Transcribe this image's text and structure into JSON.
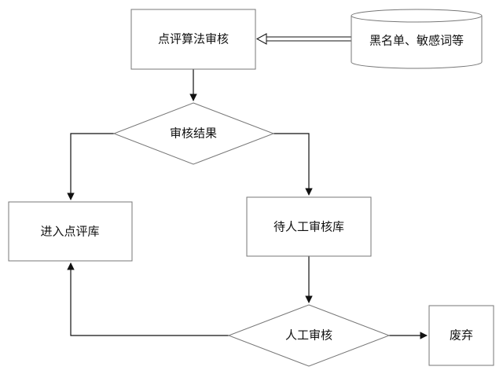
{
  "nodes": {
    "algorithm_review": {
      "label": "点评算法审核"
    },
    "blacklist_db": {
      "label": "黑名单、敏感词等"
    },
    "review_result": {
      "label": "审核结果"
    },
    "enter_library": {
      "label": "进入点评库"
    },
    "pending_manual": {
      "label": "待人工审核库"
    },
    "manual_review": {
      "label": "人工审核"
    },
    "discard": {
      "label": "废弃"
    }
  },
  "colors": {
    "node_border": "#777777",
    "edge": "#111111",
    "text": "#111111",
    "background": "#ffffff"
  }
}
